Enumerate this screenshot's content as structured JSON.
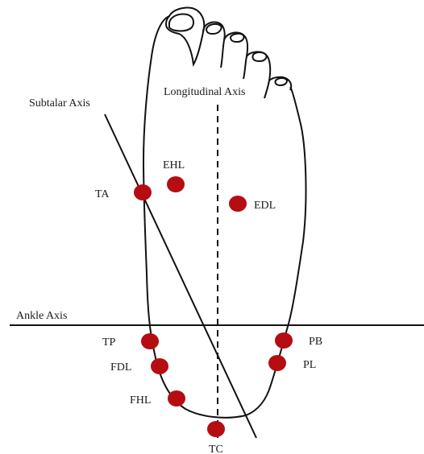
{
  "labels": {
    "subtalar_axis": "Subtalar Axis",
    "longitudinal_axis": "Longitudinal Axis",
    "ankle_axis": "Ankle Axis"
  },
  "muscles": {
    "ta": "TA",
    "ehl": "EHL",
    "edl": "EDL",
    "tp": "TP",
    "fdl": "FDL",
    "fhl": "FHL",
    "tc": "TC",
    "pb": "PB",
    "pl": "PL"
  },
  "colors": {
    "marker": "#b50d12",
    "outline": "#111111",
    "text": "#1a1a1a"
  }
}
